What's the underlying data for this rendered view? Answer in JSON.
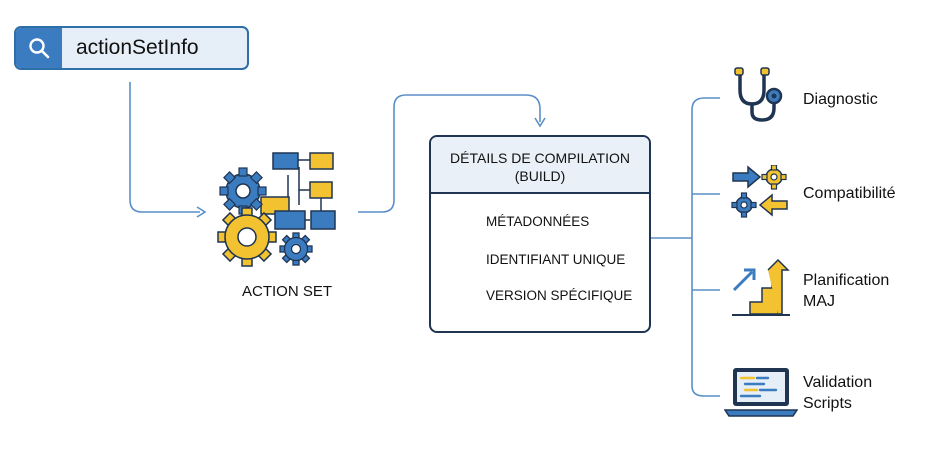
{
  "search": {
    "value": "actionSetInfo",
    "icon": "search-icon"
  },
  "action_set": {
    "label": "ACTION SET"
  },
  "build": {
    "title_line1": "DÉTAILS DE COMPILATION",
    "title_line2": "(BUILD)",
    "items": [
      "MÉTADONNÉES",
      "IDENTIFIANT UNIQUE",
      "VERSION SPÉCIFIQUE"
    ]
  },
  "outputs": [
    {
      "line1": "Diagnostic",
      "line2": "",
      "icon": "stethoscope-icon"
    },
    {
      "line1": "Compatibilité",
      "line2": "",
      "icon": "compatibility-icon"
    },
    {
      "line1": "Planification",
      "line2": "MAJ",
      "icon": "upgrade-stairs-icon"
    },
    {
      "line1": "Validation",
      "line2": "Scripts",
      "icon": "laptop-code-icon"
    }
  ],
  "colors": {
    "blue": "#3b7bc0",
    "yellow": "#f2c230",
    "line": "#5b8fc7",
    "dark": "#1f3552"
  }
}
